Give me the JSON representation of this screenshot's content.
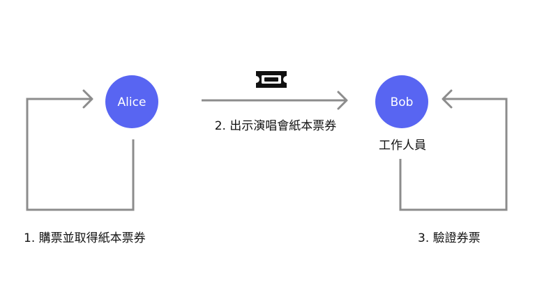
{
  "nodes": {
    "alice": {
      "label": "Alice"
    },
    "bob": {
      "label": "Bob",
      "role": "工作人員"
    }
  },
  "steps": [
    {
      "label": "1. 購票並取得紙本票券"
    },
    {
      "label": "2. 出示演唱會紙本票券"
    },
    {
      "label": "3. 驗證券票"
    }
  ],
  "icons": {
    "ticket": "ticket-icon"
  },
  "colors": {
    "node_fill": "#5865F2",
    "node_text": "#ffffff",
    "line": "#8c8c8c",
    "text": "#111111",
    "icon": "#111111"
  }
}
